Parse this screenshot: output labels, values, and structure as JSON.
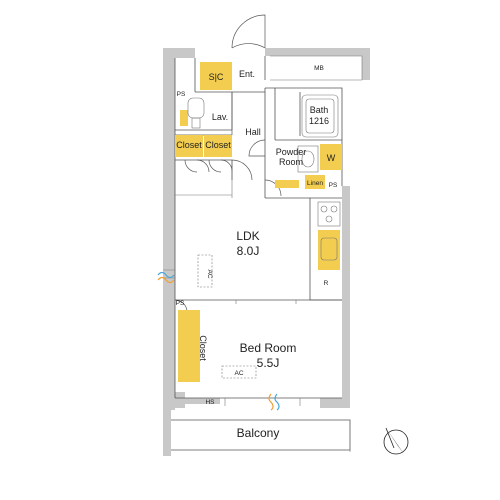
{
  "rooms": {
    "sic": "S|C",
    "ent": "Ent.",
    "mb": "MB",
    "ps_top": "PS",
    "lav": "Lav.",
    "hall": "Hall",
    "bath_line1": "Bath",
    "bath_line2": "1216",
    "closet_left": "Closet",
    "closet_right": "Closet",
    "powder_line1": "Powder",
    "powder_line2": "Room",
    "w": "W",
    "linen": "Linen",
    "ps_right": "PS",
    "ldk_line1": "LDK",
    "ldk_line2": "8.0J",
    "ac_ldk": "AC",
    "r": "R",
    "ps_lower": "PS",
    "closet_bed": "Closet",
    "bed_line1": "Bed Room",
    "bed_line2": "5.5J",
    "ac_bed": "AC",
    "hs": "HS",
    "balcony": "Balcony"
  },
  "colors": {
    "wall": "#c8c8c8",
    "storage": "#f2cd4f",
    "window_blue": "#4aa8d8",
    "window_orange": "#f0a030"
  },
  "icons": [
    "north-arrow-icon",
    "stove-icon",
    "sink-icon",
    "toilet-icon",
    "washbasin-icon",
    "bathtub-icon"
  ]
}
